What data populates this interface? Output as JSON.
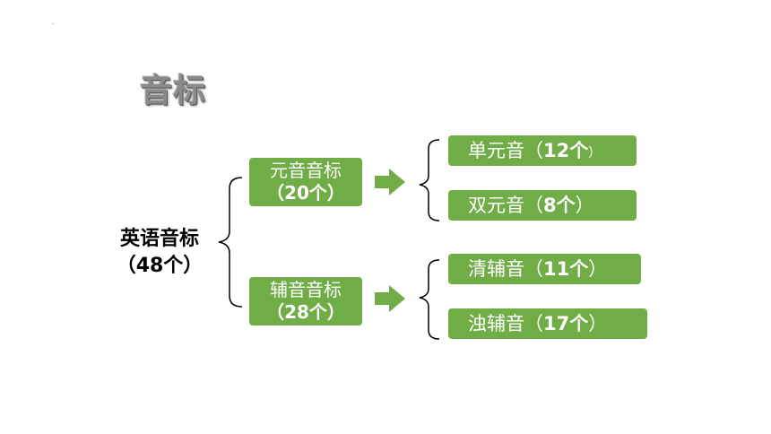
{
  "slide": {
    "marker": ".",
    "title": "音标"
  },
  "root": {
    "line1": "英语音标",
    "line2": "（48个）"
  },
  "categories": [
    {
      "name": "元音音标",
      "count": "（20个）"
    },
    {
      "name": "辅音音标",
      "count": "（28个）"
    }
  ],
  "leaves": [
    {
      "name": "单元音（",
      "num": "12个",
      "close": "）"
    },
    {
      "name": "双元音（",
      "num": "8个",
      "close": "）"
    },
    {
      "name": "清辅音（",
      "num": "11个",
      "close": "）"
    },
    {
      "name": "浊辅音（",
      "num": "17个",
      "close": "）"
    }
  ],
  "colors": {
    "box_fill": "#70ad47",
    "box_text": "#ffffff",
    "brace": "#000000"
  }
}
